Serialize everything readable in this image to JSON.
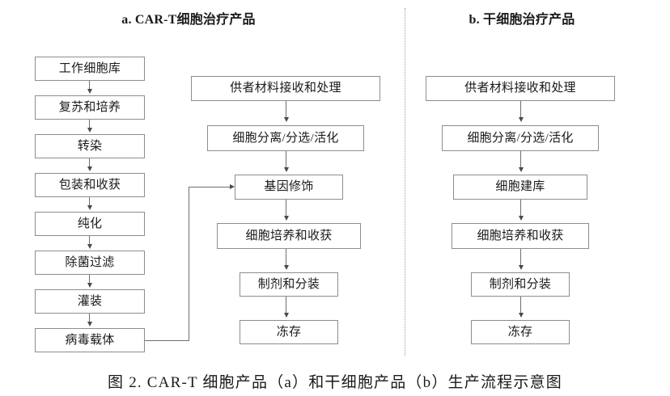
{
  "figure": {
    "caption": "图 2.  CAR-T 细胞产品（a）和干细胞产品（b）生产流程示意图",
    "divider": "dotted-vertical-separator"
  },
  "panels": [
    {
      "id": "panel-a",
      "title": "a. CAR-T细胞治疗产品",
      "columns": [
        {
          "id": "vector-column",
          "name": "viral-vector-manufacturing",
          "nodes": [
            {
              "label": "工作细胞库"
            },
            {
              "label": "复苏和培养"
            },
            {
              "label": "转染"
            },
            {
              "label": "包装和收获"
            },
            {
              "label": "纯化"
            },
            {
              "label": "除菌过滤"
            },
            {
              "label": "灌装"
            },
            {
              "label": "病毒载体"
            }
          ]
        },
        {
          "id": "cart-column",
          "name": "cart-cell-manufacturing",
          "nodes": [
            {
              "label": "供者材料接收和处理"
            },
            {
              "label": "细胞分离/分选/活化"
            },
            {
              "label": "基因修饰"
            },
            {
              "label": "细胞培养和收获"
            },
            {
              "label": "制剂和分装"
            },
            {
              "label": "冻存"
            }
          ]
        }
      ],
      "cross_link": {
        "from": "病毒载体",
        "to": "基因修饰"
      }
    },
    {
      "id": "panel-b",
      "title": "b. 干细胞治疗产品",
      "columns": [
        {
          "id": "stemcell-column",
          "name": "stem-cell-manufacturing",
          "nodes": [
            {
              "label": "供者材料接收和处理"
            },
            {
              "label": "细胞分离/分选/活化"
            },
            {
              "label": "细胞建库"
            },
            {
              "label": "细胞培养和收获"
            },
            {
              "label": "制剂和分装"
            },
            {
              "label": "冻存"
            }
          ]
        }
      ]
    }
  ],
  "colors": {
    "box_border": "#8d8d8d",
    "arrow": "#6f6f6f",
    "text": "#1a1a1a",
    "divider": "#9a9a9a",
    "background": "#ffffff"
  }
}
